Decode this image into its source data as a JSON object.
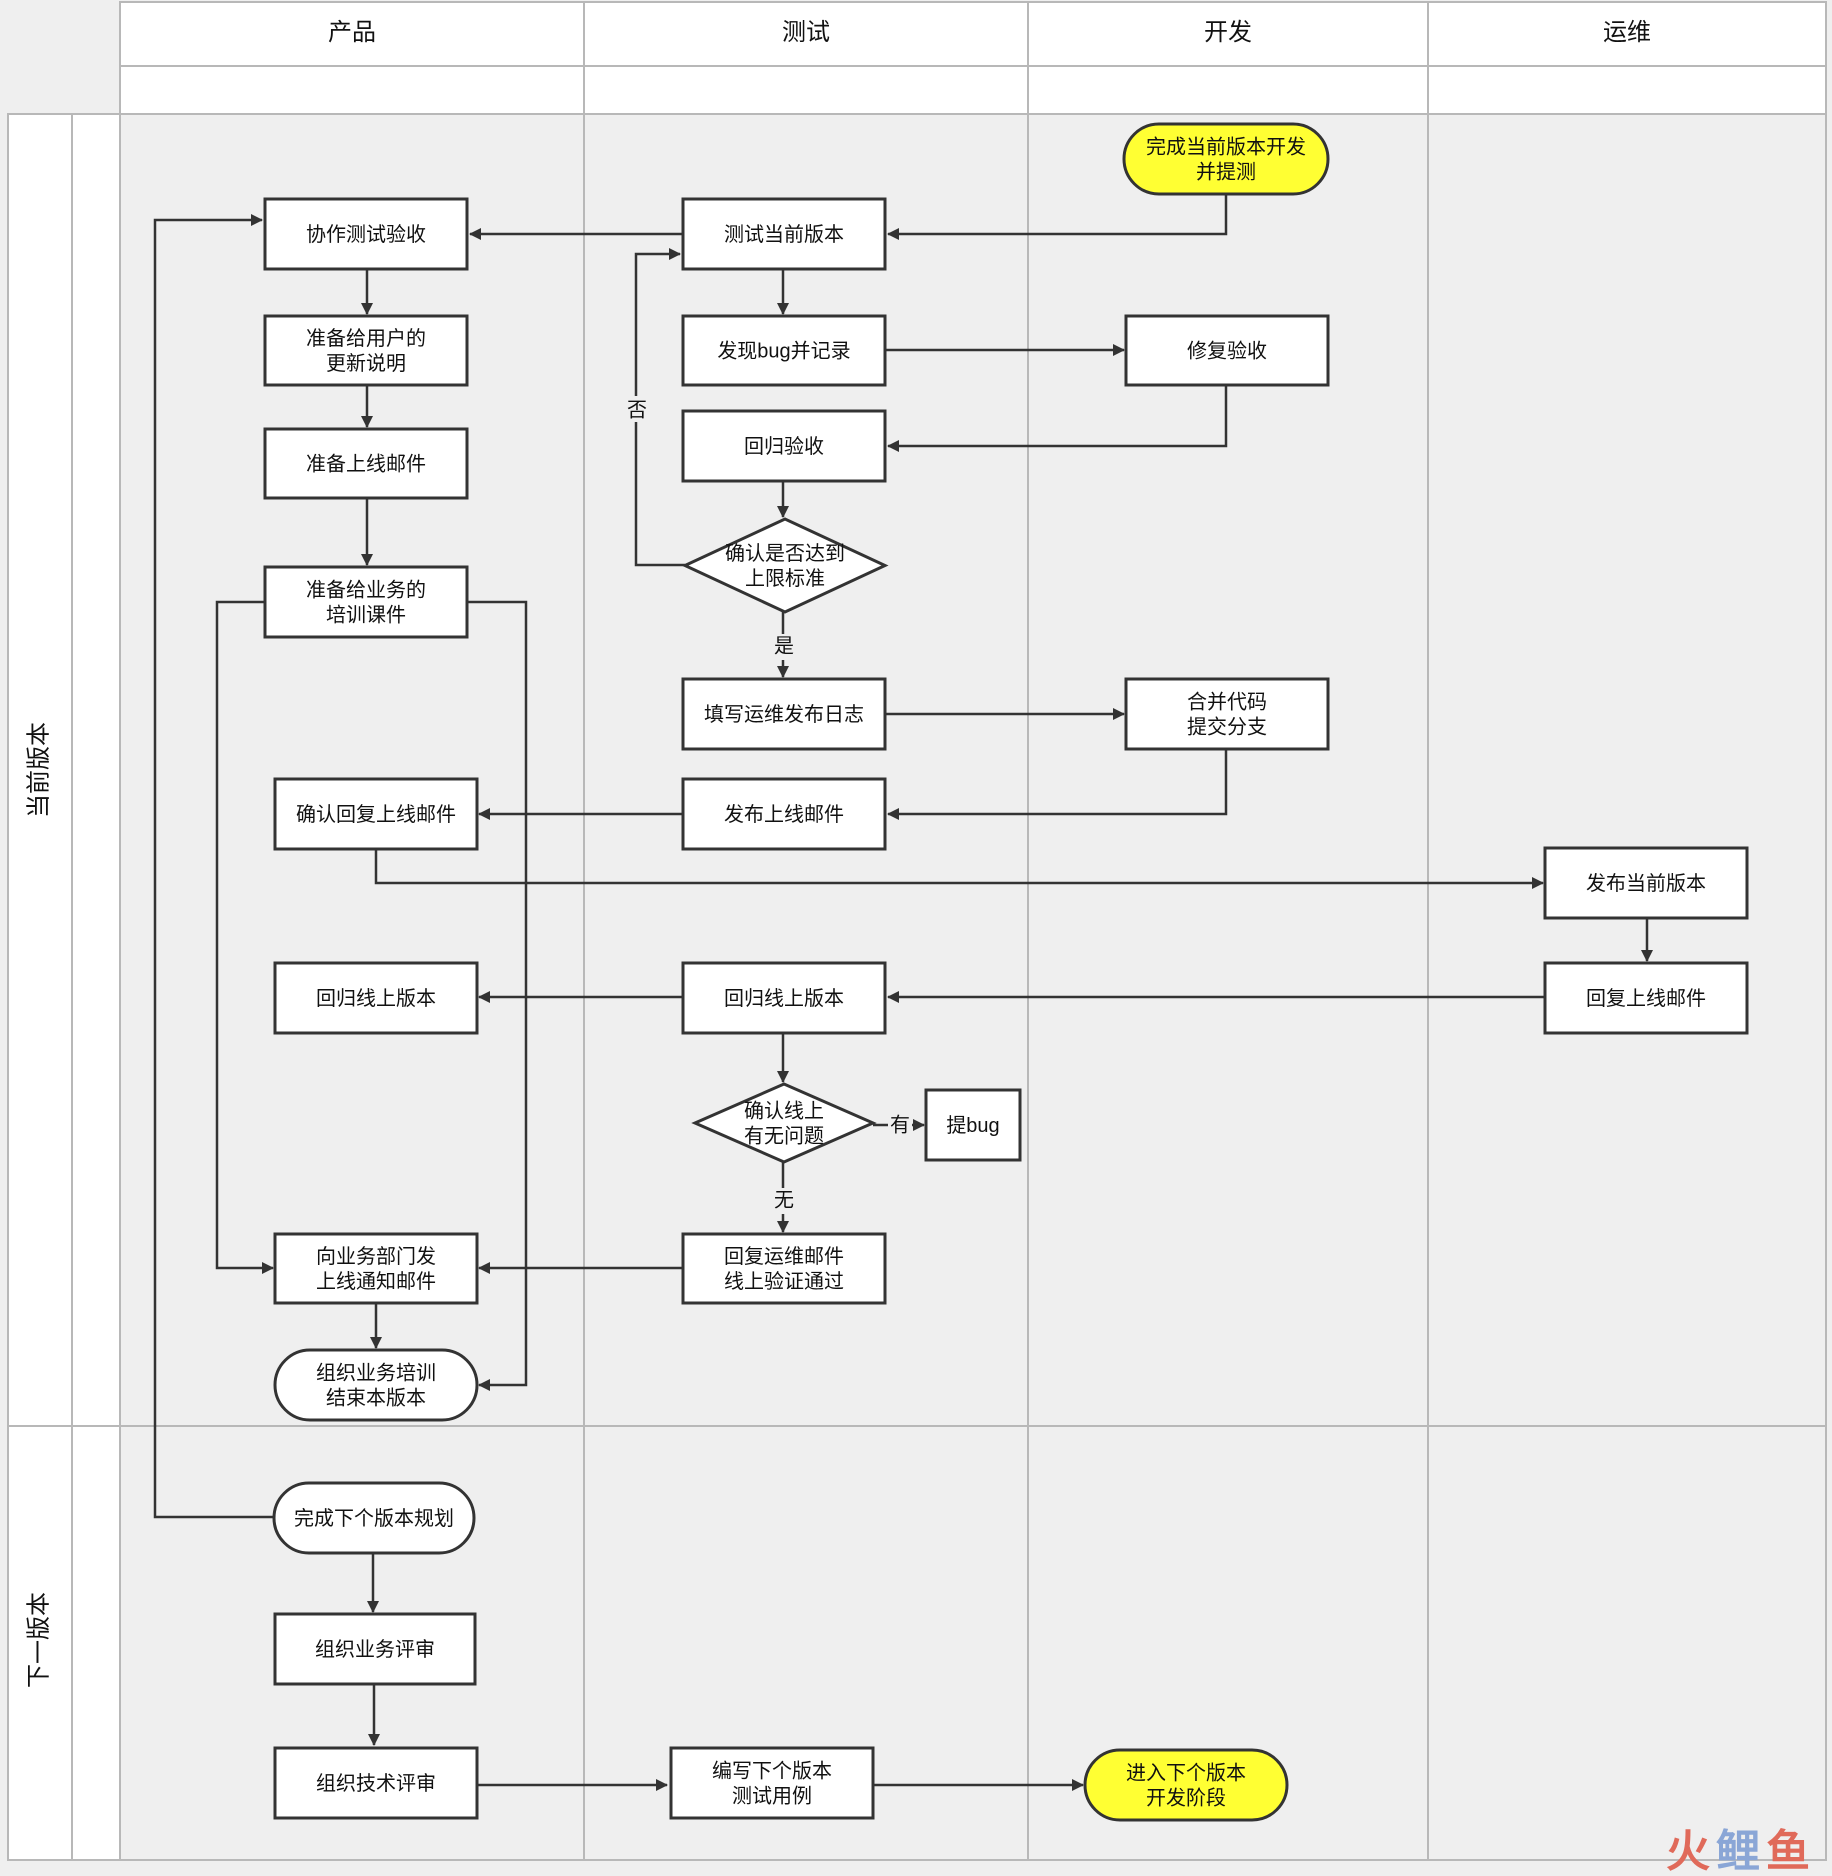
{
  "columns": [
    "产品",
    "测试",
    "开发",
    "运维"
  ],
  "rows": [
    "当前版本",
    "下一版本"
  ],
  "nodes": {
    "start": "完成当前版本开发\n并提测",
    "test_current": "测试当前版本",
    "coop_accept": "协作测试验收",
    "prep_notes": "准备给用户的\n更新说明",
    "prep_launch_mail": "准备上线邮件",
    "prep_training": "准备给业务的\n培训课件",
    "find_bug": "发现bug并记录",
    "fix_accept": "修复验收",
    "regress_accept": "回归验收",
    "check_limit": "确认是否达到\n上限标准",
    "fill_log": "填写运维发布日志",
    "merge_code": "合并代码\n提交分支",
    "publish_mail": "发布上线邮件",
    "confirm_reply": "确认回复上线邮件",
    "release_current": "发布当前版本",
    "reply_launch": "回复上线邮件",
    "regress_online_test": "回归线上版本",
    "regress_online_prod": "回归线上版本",
    "check_online": "确认线上\n有无问题",
    "raise_bug": "提bug",
    "reply_ops": "回复运维邮件\n线上验证通过",
    "notify_business": "向业务部门发\n上线通知邮件",
    "end_training": "组织业务培训\n结束本版本",
    "plan_next": "完成下个版本规划",
    "biz_review": "组织业务评审",
    "tech_review": "组织技术评审",
    "write_cases": "编写下个版本\n测试用例",
    "next_dev": "进入下个版本\n开发阶段"
  },
  "edge_labels": {
    "no": "否",
    "yes": "是",
    "has": "有",
    "none": "无"
  },
  "watermark": [
    "火",
    "鲤",
    "鱼"
  ],
  "colors": {
    "background": "#efefef",
    "white": "#ffffff",
    "border": "#b8b8b8",
    "node_fill": "#ffffff",
    "node_stroke": "#333333",
    "terminal_fill": "#ffff33",
    "arrow": "#333333",
    "watermark_red": "#e06a5a",
    "watermark_blue": "#8aa6d6"
  }
}
